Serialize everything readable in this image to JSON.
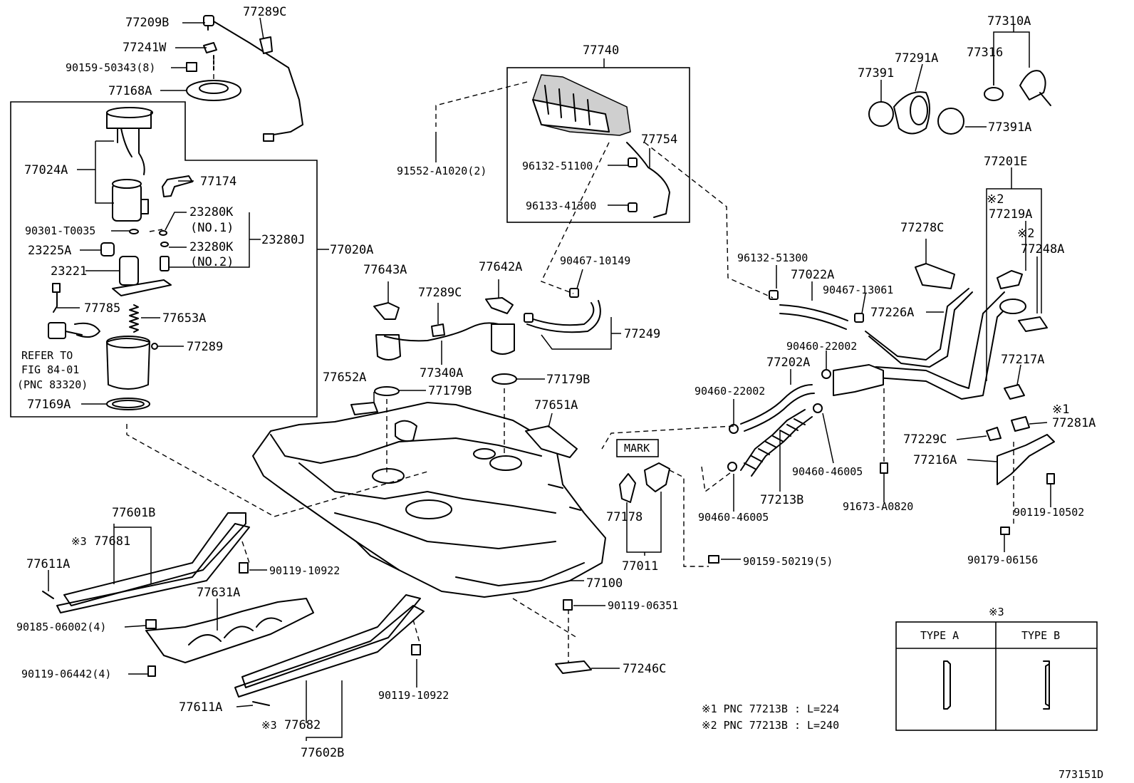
{
  "diagram_id": "773151D",
  "labels": {
    "p77209B": "77209B",
    "p77289C_top": "77289C",
    "p77241W": "77241W",
    "p90159_50343": "90159-50343(8)",
    "p77168A": "77168A",
    "p77024A": "77024A",
    "p77174": "77174",
    "p90301": "90301-T0035",
    "p23280K_1": "23280K",
    "no1": "(NO.1)",
    "p23280J": "23280J",
    "p77020A": "77020A",
    "p23225A": "23225A",
    "p23280K_2": "23280K",
    "no2": "(NO.2)",
    "p23221": "23221",
    "p77785": "77785",
    "p77653A": "77653A",
    "p77289": "77289",
    "refer1": "REFER TO",
    "refer2": "FIG 84-01",
    "refer3": "(PNC 83320)",
    "p77169A": "77169A",
    "p77740": "77740",
    "p77754": "77754",
    "p96132_51100": "96132-51100",
    "p96133_41300": "96133-41300",
    "p91552": "91552-A1020(2)",
    "p90467_10149": "90467-10149",
    "p77643A": "77643A",
    "p77642A": "77642A",
    "p77289C_mid": "77289C",
    "p77249": "77249",
    "p77340A": "77340A",
    "p77179B_r": "77179B",
    "p77652A": "77652A",
    "p77179B_l": "77179B",
    "p77651A": "77651A",
    "p77310A": "77310A",
    "p77291A": "77291A",
    "p77316": "77316",
    "p77391": "77391",
    "p77391A": "77391A",
    "p77201E": "77201E",
    "p77219A": "77219A",
    "p77248A": "77248A",
    "p77278C": "77278C",
    "p96132_51300": "96132-51300",
    "p77022A": "77022A",
    "p90467_13061": "90467-13061",
    "p77226A": "77226A",
    "p90460_22002_a": "90460-22002",
    "p77202A": "77202A",
    "p90460_22002_b": "90460-22002",
    "p77217A": "77217A",
    "p77281A": "77281A",
    "p77229C": "77229C",
    "p77216A": "77216A",
    "mark": "MARK",
    "p90460_46005_r": "90460-46005",
    "p91673": "91673-A0820",
    "p90119_10502": "90119-10502",
    "p77213B": "77213B",
    "p90460_46005_l": "90460-46005",
    "p77178": "77178",
    "p77011": "77011",
    "p90159_50219": "90159-50219(5)",
    "p90179_06156": "90179-06156",
    "p77601B": "77601B",
    "p77681": "77681",
    "p77611A_top": "77611A",
    "p90119_10922_a": "90119-10922",
    "p77631A": "77631A",
    "p77100": "77100",
    "p90119_06351": "90119-06351",
    "p90185": "90185-06002(4)",
    "p90119_06442": "90119-06442(4)",
    "p77246C": "77246C",
    "p90119_10922_b": "90119-10922",
    "p77611A_bot": "77611A",
    "p77682": "77682",
    "p77602B": "77602B"
  },
  "marks": {
    "note1": "※1",
    "note2": "※2",
    "note3": "※3"
  },
  "notes": {
    "n1": "※1 PNC 77213B : L=224",
    "n2": "※2 PNC 77213B : L=240"
  },
  "type_table": {
    "title": "※3",
    "col_a": "TYPE A",
    "col_b": "TYPE B"
  }
}
